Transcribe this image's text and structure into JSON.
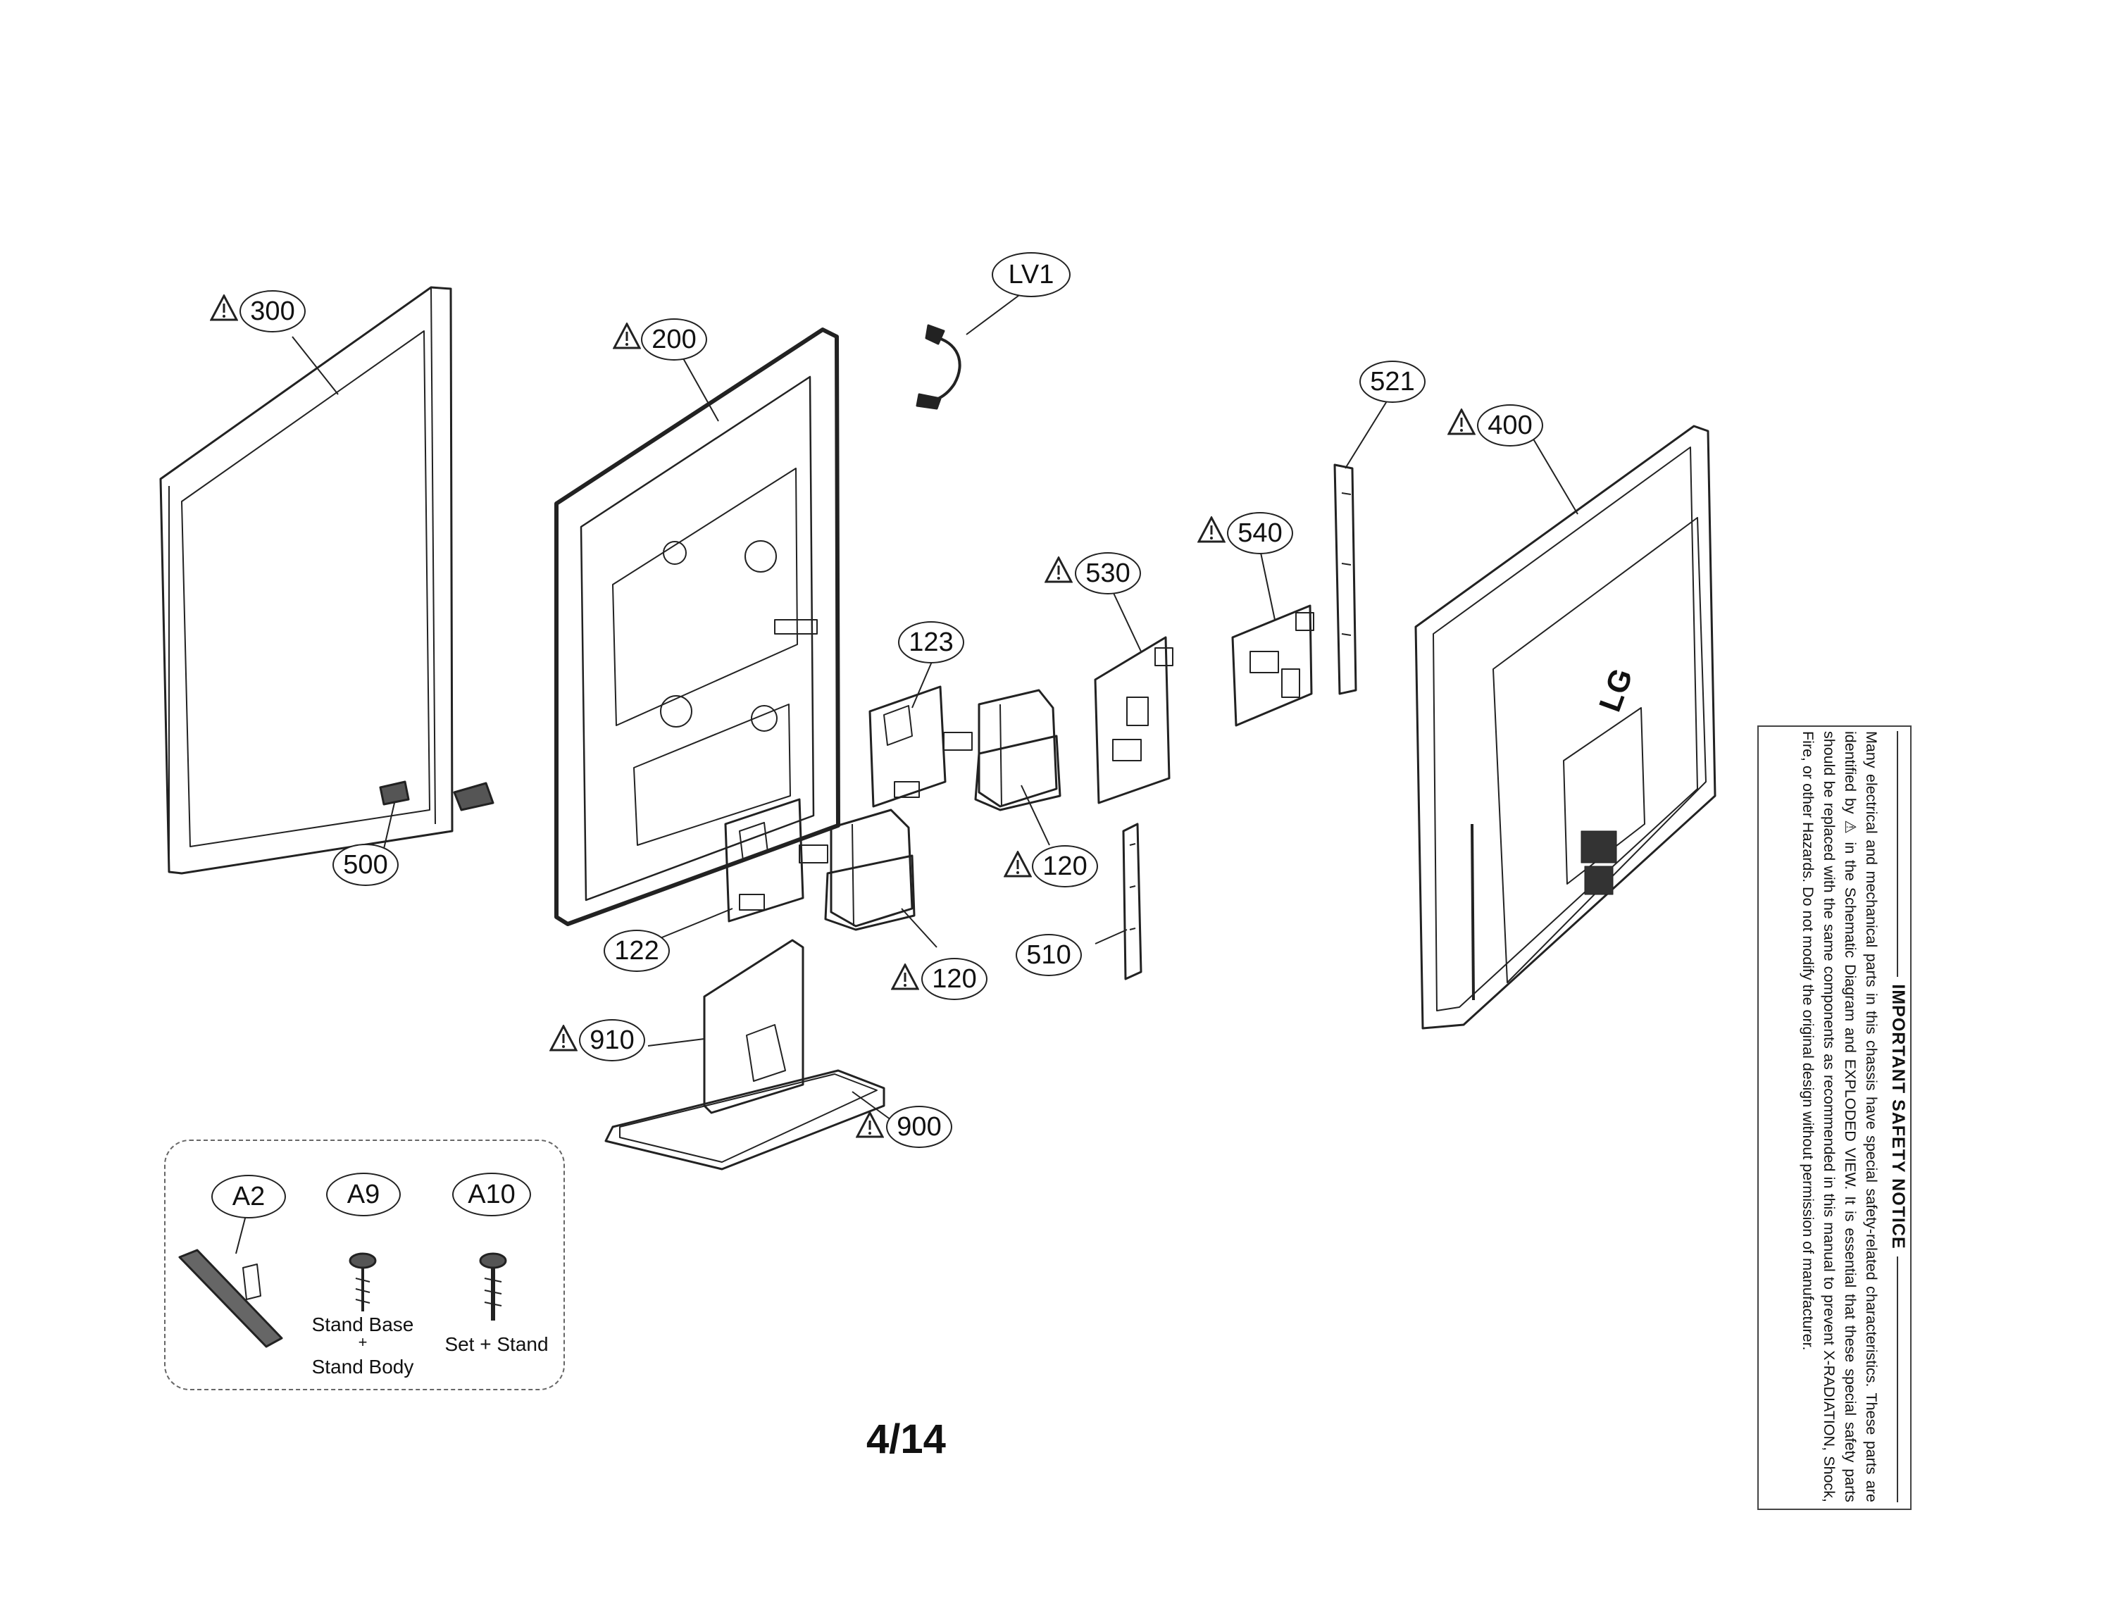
{
  "diagram": {
    "callouts": {
      "c300": "300",
      "c200": "200",
      "cLV1": "LV1",
      "c521": "521",
      "c400": "400",
      "c540": "540",
      "c530": "530",
      "c123": "123",
      "c500": "500",
      "c120a": "120",
      "c122": "122",
      "c120b": "120",
      "c510": "510",
      "c910": "910",
      "c900": "900"
    },
    "accessories": {
      "a2": "A2",
      "a9": "A9",
      "a10": "A10",
      "a9_caption_1": "Stand Base",
      "a9_caption_plus": "+",
      "a9_caption_2": "Stand Body",
      "a10_caption": "Set + Stand"
    },
    "logo_text": "LG",
    "page_number": "4/14"
  },
  "notice": {
    "title": "IMPORTANT SAFETY NOTICE",
    "body": "Many electrical and mechanical parts in this chassis have special safety-related characteristics. These parts are identified by ⚠ in the Schematic Diagram and EXPLODED VIEW. It is essential that these special safety parts should be replaced with the same components as recommended in this manual to prevent X-RADIATION, Shock, Fire, or other Hazards. Do not modify the original design without permission of manufacturer."
  }
}
